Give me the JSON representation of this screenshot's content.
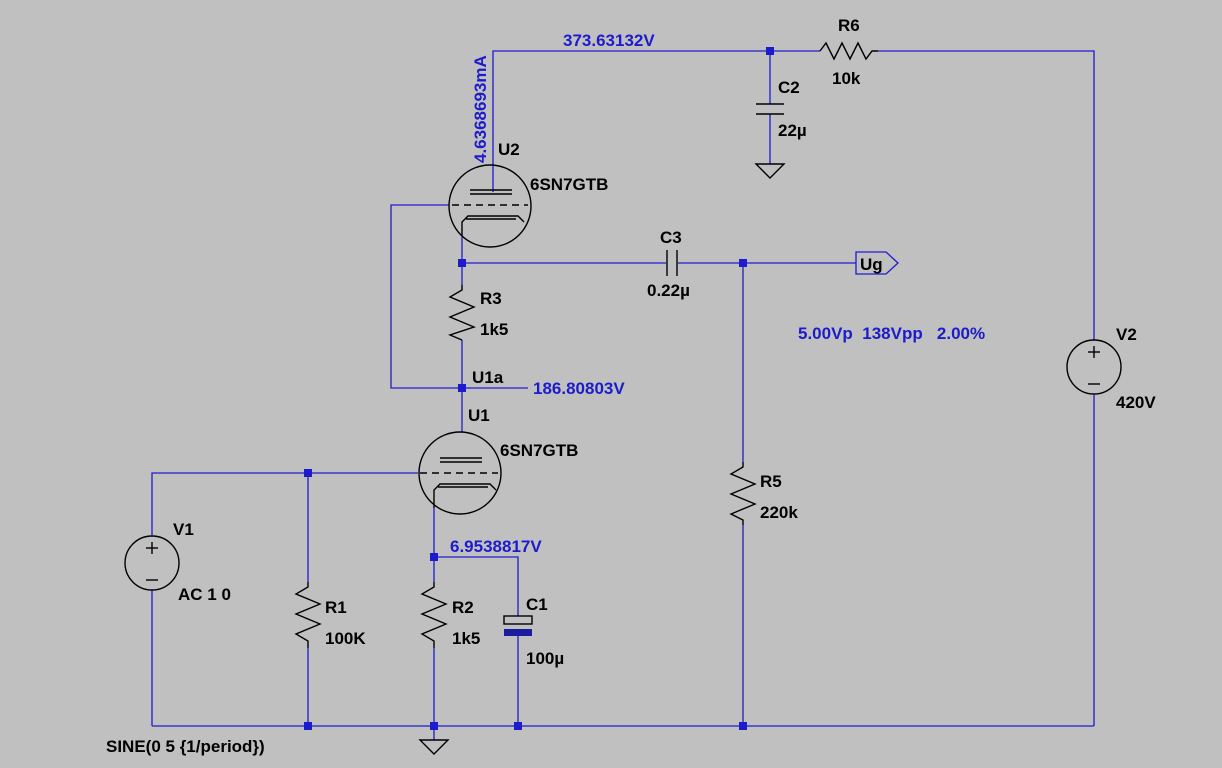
{
  "schematic": {
    "components": {
      "r6": {
        "name": "R6",
        "value": "10k"
      },
      "c2": {
        "name": "C2",
        "value": "22µ"
      },
      "u2": {
        "name": "U2",
        "value": "6SN7GTB"
      },
      "c3": {
        "name": "C3",
        "value": "0.22µ"
      },
      "r3": {
        "name": "R3",
        "value": "1k5"
      },
      "u1": {
        "name": "U1",
        "value": "6SN7GTB"
      },
      "v1": {
        "name": "V1",
        "value": "AC 1 0",
        "source_spec": "SINE(0 5 {1/period})"
      },
      "r1": {
        "name": "R1",
        "value": "100K"
      },
      "r2": {
        "name": "R2",
        "value": "1k5"
      },
      "c1": {
        "name": "C1",
        "value": "100µ"
      },
      "r5": {
        "name": "R5",
        "value": "220k"
      },
      "v2": {
        "name": "V2",
        "value": "420V"
      }
    },
    "net_labels": {
      "u1a": "U1a",
      "ug": "Ug"
    },
    "annotations": {
      "supply_voltage": "373.63132V",
      "anode_current": "4.6368693mA",
      "midpoint_voltage": "186.80803V",
      "cathode_voltage": "6.9538817V",
      "measurement": "5.00Vp  138Vpp   2.00%"
    },
    "colors": {
      "background": "#c0c0c0",
      "wire": "#1c1ccd",
      "component": "#000000",
      "annotation": "#1c1ccd"
    }
  }
}
